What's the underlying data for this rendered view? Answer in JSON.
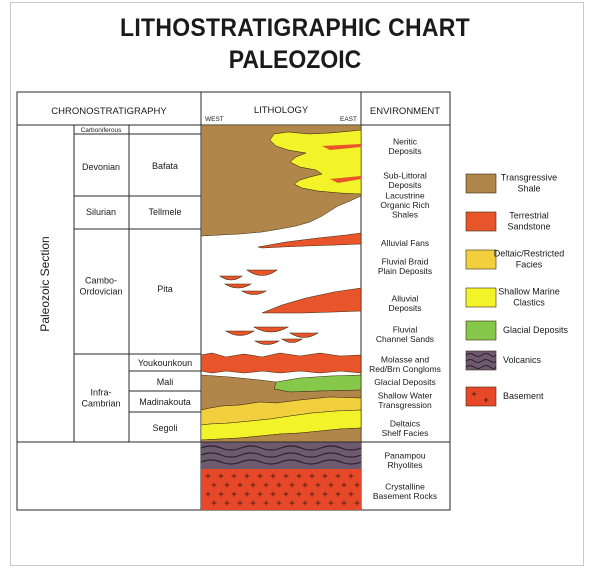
{
  "title": "LITHOSTRATIGRAPHIC CHART",
  "subtitle": "PALEOZOIC",
  "headers": {
    "chronostratigraphy": "CHRONOSTRATIGRAPHY",
    "lithology": "LITHOLOGY",
    "west": "WEST",
    "east": "EAST",
    "environment": "ENVIRONMENT"
  },
  "section_label": "Paleozoic Section",
  "periods": [
    {
      "id": "carboniferous",
      "text": "Carboniferous"
    },
    {
      "id": "devonian",
      "text": "Devonian"
    },
    {
      "id": "silurian",
      "text": "Silurian"
    },
    {
      "id": "cambo-ordovician",
      "lines": [
        "Cambo-",
        "Ordovician"
      ]
    },
    {
      "id": "infra-cambrian",
      "lines": [
        "Infra-",
        "Cambrian"
      ]
    }
  ],
  "formations": [
    {
      "id": "bafata",
      "text": "Bafata"
    },
    {
      "id": "tellmele",
      "text": "Tellmele"
    },
    {
      "id": "pita",
      "text": "Pita"
    },
    {
      "id": "youkounkoun",
      "text": "Youkounkoun"
    },
    {
      "id": "mali",
      "text": "Mali"
    },
    {
      "id": "madinakouta",
      "text": "Madinakouta"
    },
    {
      "id": "segoli",
      "text": "Segoli"
    }
  ],
  "environments": [
    {
      "id": "neritic",
      "lines": [
        "Neritic",
        "Deposits"
      ]
    },
    {
      "id": "sub-littoral",
      "lines": [
        "Sub-Littoral",
        "Deposits"
      ]
    },
    {
      "id": "lacustrine",
      "lines": [
        "Lacustrine",
        "Organic Rich",
        "Shales"
      ]
    },
    {
      "id": "alluvial-fans",
      "lines": [
        "Alluvial Fans"
      ]
    },
    {
      "id": "fluvial-braid",
      "lines": [
        "Fluvial Braid",
        "Plain Deposits"
      ]
    },
    {
      "id": "alluvial-deposits",
      "lines": [
        "Alluvial",
        "Deposits"
      ]
    },
    {
      "id": "fluvial-channel",
      "lines": [
        "Fluvial",
        "Channel Sands"
      ]
    },
    {
      "id": "molasse",
      "lines": [
        "Molasse and",
        "Red/Brn Congloms"
      ]
    },
    {
      "id": "glacial",
      "lines": [
        "Glacial Deposits"
      ]
    },
    {
      "id": "shallow-water",
      "lines": [
        "Shallow Water",
        "Transgression"
      ]
    },
    {
      "id": "deltaics",
      "lines": [
        "Deltaics",
        "Shelf Facies"
      ]
    },
    {
      "id": "panampou",
      "lines": [
        "Panampou",
        "Rhyolites"
      ]
    },
    {
      "id": "basement-rocks",
      "lines": [
        "Crystalline",
        "Basement Rocks"
      ]
    }
  ],
  "legend": [
    {
      "id": "transgressive-shale",
      "lines": [
        "Transgressive",
        "Shale"
      ],
      "color": "#b0864a"
    },
    {
      "id": "terrestrial-sandstone",
      "lines": [
        "Terrestrial",
        "Sandstone"
      ],
      "color": "#e8552a"
    },
    {
      "id": "deltaic-facies",
      "lines": [
        "Deltaic/Restricted",
        "Facies"
      ],
      "color": "#f2cf3c"
    },
    {
      "id": "shallow-marine",
      "lines": [
        "Shallow Marine",
        "Clastics"
      ],
      "color": "#f3f32a"
    },
    {
      "id": "glacial-deposits",
      "lines": [
        "Glacial Deposits"
      ],
      "color": "#86c94a"
    },
    {
      "id": "volcanics",
      "lines": [
        "Volcanics"
      ],
      "color": "#6d5a6e"
    },
    {
      "id": "basement",
      "lines": [
        "Basement"
      ],
      "color": "#e8482a"
    }
  ],
  "colors": {
    "shale": "#b0864a",
    "sandstone": "#e8552a",
    "deltaic": "#f2cf3c",
    "marine": "#f3f32a",
    "glacial": "#86c94a",
    "volcanics": "#6d5a6e",
    "basement": "#e8482a",
    "grid": "#2a2a2a"
  }
}
